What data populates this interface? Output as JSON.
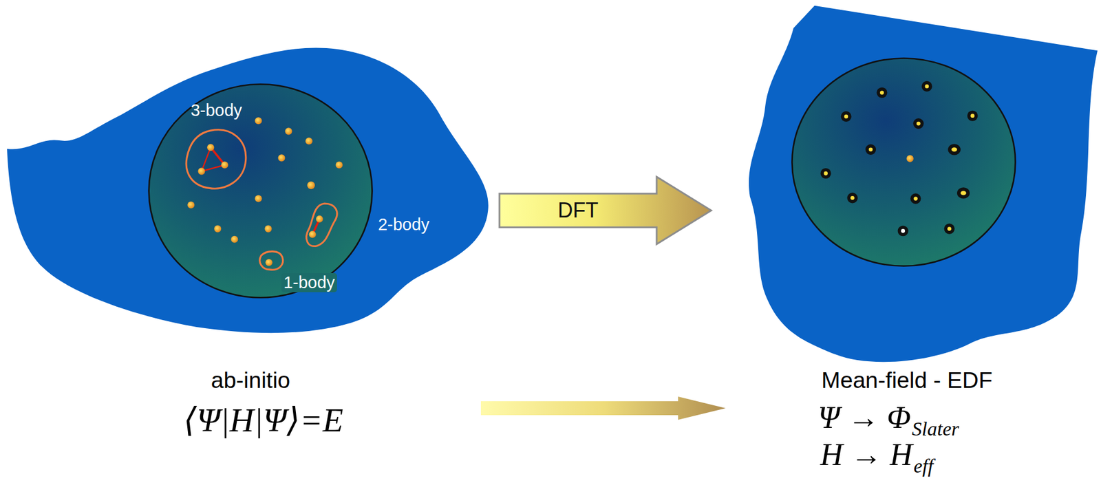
{
  "diagram": {
    "nodes": [
      {
        "text": [
          "ab-initio",
          "⟨Ψ|H|Ψ⟩=E"
        ]
      },
      {
        "text": [
          "Mean-field - EDF",
          "Ψ → Φ",
          "Slater",
          "H → H",
          "eff"
        ]
      }
    ],
    "edges": [
      {
        "from": 0,
        "to": 1,
        "label": "DFT",
        "arrow": "to"
      },
      {
        "from": 0,
        "to": 1,
        "arrow": "to"
      }
    ],
    "labels": [
      "3-body",
      "2-body",
      "1-body"
    ]
  }
}
